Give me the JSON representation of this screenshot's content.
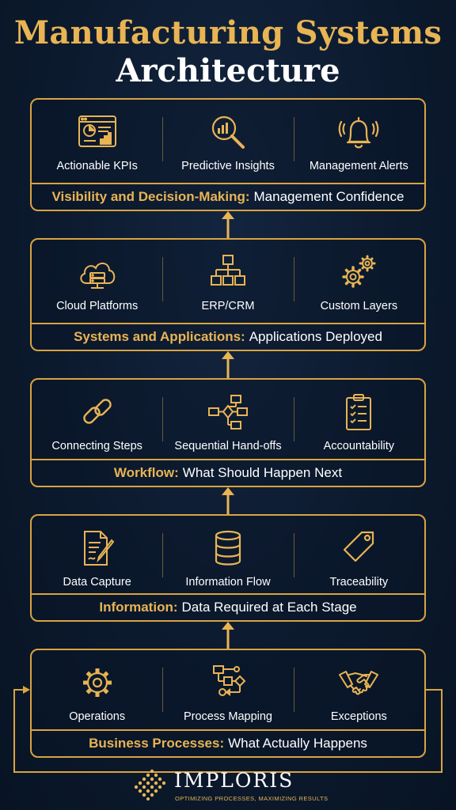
{
  "header": {
    "title_line1": "Manufacturing Systems",
    "title_line2": "Architecture"
  },
  "layers": [
    {
      "items": [
        {
          "label": "Actionable KPIs",
          "icon": "dashboard-chart-icon"
        },
        {
          "label": "Predictive Insights",
          "icon": "magnifier-chart-icon"
        },
        {
          "label": "Management Alerts",
          "icon": "bell-icon"
        }
      ],
      "bar_highlight": "Visibility and Decision-Making:",
      "bar_text": "Management Confidence"
    },
    {
      "items": [
        {
          "label": "Cloud Platforms",
          "icon": "cloud-server-icon"
        },
        {
          "label": "ERP/CRM",
          "icon": "hierarchy-icon"
        },
        {
          "label": "Custom Layers",
          "icon": "gears-icon"
        }
      ],
      "bar_highlight": "Systems and Applications:",
      "bar_text": "Applications Deployed"
    },
    {
      "items": [
        {
          "label": "Connecting Steps",
          "icon": "chain-link-icon"
        },
        {
          "label": "Sequential Hand-offs",
          "icon": "flowchart-icon"
        },
        {
          "label": "Accountability",
          "icon": "clipboard-checklist-icon"
        }
      ],
      "bar_highlight": "Workflow:",
      "bar_text": "What Should Happen Next"
    },
    {
      "items": [
        {
          "label": "Data Capture",
          "icon": "document-pen-icon"
        },
        {
          "label": "Information Flow",
          "icon": "database-icon"
        },
        {
          "label": "Traceability",
          "icon": "tag-icon"
        }
      ],
      "bar_highlight": "Information:",
      "bar_text": "Data Required at Each Stage"
    },
    {
      "items": [
        {
          "label": "Operations",
          "icon": "gear-icon"
        },
        {
          "label": "Process Mapping",
          "icon": "process-map-icon"
        },
        {
          "label": "Exceptions",
          "icon": "handshake-icon"
        }
      ],
      "bar_highlight": "Business Processes:",
      "bar_text": "What Actually Happens"
    }
  ],
  "footer": {
    "brand": "IMPLORIS",
    "tagline": "OPTIMIZING PROCESSES, MAXIMIZING RESULTS"
  },
  "colors": {
    "accent": "#e8b454",
    "border": "#d9a441",
    "background": "#0c1a2e",
    "text": "#ffffff"
  }
}
